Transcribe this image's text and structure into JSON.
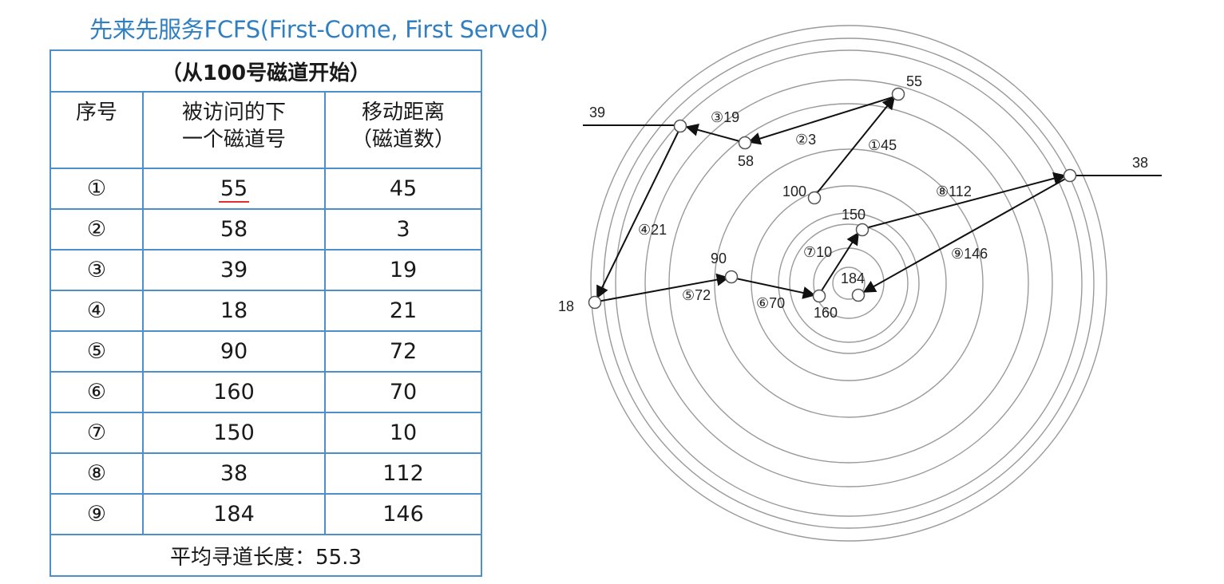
{
  "title": "先来先服务FCFS(First-Come, First Served)",
  "table": {
    "caption": "（从100号磁道开始）",
    "headers": {
      "seq": "序号",
      "track_line1": "被访问的下",
      "track_line2": "一个磁道号",
      "dist_line1": "移动距离",
      "dist_line2": "（磁道数）"
    },
    "rows": [
      {
        "seq": "①",
        "track": "55",
        "dist": "45"
      },
      {
        "seq": "②",
        "track": "58",
        "dist": "3"
      },
      {
        "seq": "③",
        "track": "39",
        "dist": "19"
      },
      {
        "seq": "④",
        "track": "18",
        "dist": "21"
      },
      {
        "seq": "⑤",
        "track": "90",
        "dist": "72"
      },
      {
        "seq": "⑥",
        "track": "160",
        "dist": "70"
      },
      {
        "seq": "⑦",
        "track": "150",
        "dist": "10"
      },
      {
        "seq": "⑧",
        "track": "38",
        "dist": "112"
      },
      {
        "seq": "⑨",
        "track": "184",
        "dist": "146"
      }
    ],
    "footer": "平均寻道长度：55.3"
  },
  "diagram": {
    "node_labels": {
      "n55": "55",
      "n58": "58",
      "n39": "39",
      "n100": "100",
      "n38": "38",
      "n150": "150",
      "n90": "90",
      "n184": "184",
      "n18": "18",
      "n160": "160"
    },
    "edge_labels": {
      "e1": "①45",
      "e2": "②3",
      "e3": "③19",
      "e4": "④21",
      "e5": "⑤72",
      "e6": "⑥70",
      "e7": "⑦10",
      "e8": "⑧112",
      "e9": "⑨146"
    }
  }
}
